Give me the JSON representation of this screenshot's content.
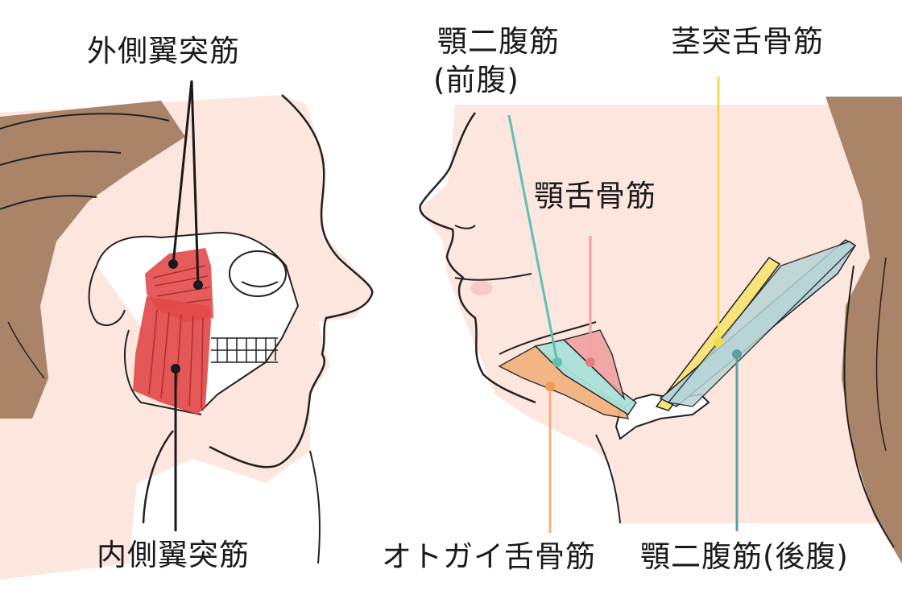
{
  "labels": {
    "lateral_pterygoid": "外側翼突筋",
    "medial_pterygoid": "内側翼突筋",
    "digastric_anterior_line1": "顎二腹筋",
    "digastric_anterior_line2": "(前腹)",
    "stylohyoid": "茎突舌骨筋",
    "hyoglossus": "顎舌骨筋",
    "geniohyoid": "オトガイ舌骨筋",
    "digastric_posterior": "顎二腹筋(後腹)"
  },
  "colors": {
    "pterygoid_muscle": "#e34a4a",
    "digastric_anterior": "#5fc0b4",
    "mylohyoid": "#f2a0a0",
    "geniohyoid": "#f4b07c",
    "stylohyoid": "#f2dc50",
    "digastric_posterior": "#5e9da0",
    "skin": "#fde6de",
    "hair": "#a98469"
  }
}
